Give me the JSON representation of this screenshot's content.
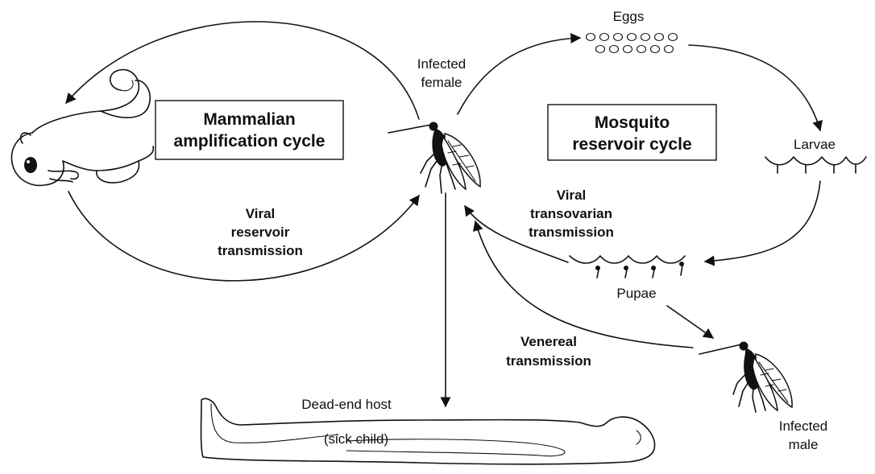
{
  "diagram": {
    "boxes": {
      "mammalian": [
        "Mammalian",
        "amplification cycle"
      ],
      "mosquito": [
        "Mosquito",
        "reservoir cycle"
      ]
    },
    "labels": {
      "infected_female": [
        "Infected",
        "female"
      ],
      "eggs": "Eggs",
      "larvae": "Larvae",
      "pupae": "Pupae",
      "infected_male": [
        "Infected",
        "male"
      ],
      "dead_end_host": "Dead-end host",
      "sick_child": "(sick child)",
      "viral_reservoir": [
        "Viral",
        "reservoir",
        "transmission"
      ],
      "viral_transovarian": [
        "Viral",
        "transovarian",
        "transmission"
      ],
      "venereal": [
        "Venereal",
        "transmission"
      ]
    },
    "figures": {
      "squirrel": "squirrel-icon",
      "female_mosquito": "female-mosquito-icon",
      "male_mosquito": "male-mosquito-icon",
      "eggs": "eggs-cluster-icon",
      "larvae": "larvae-icon",
      "pupae": "pupae-icon",
      "child": "sick-child-icon"
    }
  }
}
